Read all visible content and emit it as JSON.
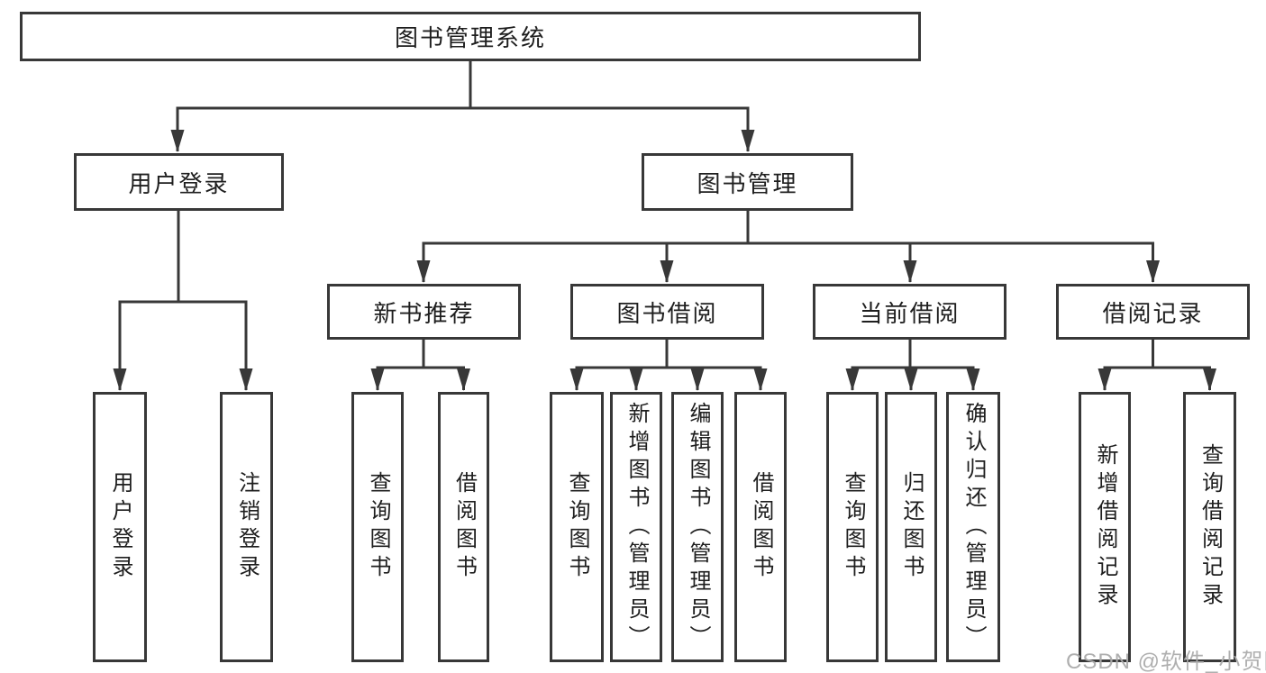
{
  "tree": {
    "root": {
      "label": "图书管理系统"
    },
    "branches": [
      {
        "label": "用户登录",
        "children": [
          "用户登录",
          "注销登录"
        ]
      },
      {
        "label": "图书管理",
        "groups": [
          {
            "label": "新书推荐",
            "children": [
              "查询图书",
              "借阅图书"
            ]
          },
          {
            "label": "图书借阅",
            "children": [
              "查询图书",
              "新增图书（管理员）",
              "编辑图书（管理员）",
              "借阅图书"
            ]
          },
          {
            "label": "当前借阅",
            "children": [
              "查询图书",
              "归还图书",
              "确认归还（管理员）"
            ]
          },
          {
            "label": "借阅记录",
            "children": [
              "新增借阅记录",
              "查询借阅记录"
            ]
          }
        ]
      }
    ]
  },
  "watermark": {
    "text": "CSDN @软件_小贺同学"
  },
  "colors": {
    "line": "#383838",
    "text": "#1e1e1e",
    "watermark": "#ababab",
    "background": "#ffffff"
  }
}
